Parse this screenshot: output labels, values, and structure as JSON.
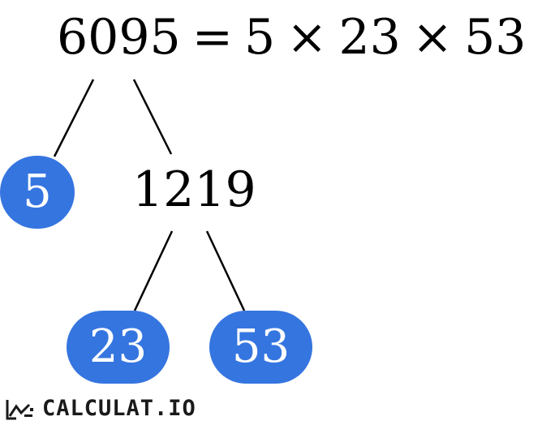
{
  "equation": {
    "number": "6095",
    "equals": "=",
    "factor1": "5",
    "times1": "×",
    "factor2": "23",
    "times2": "×",
    "factor3": "53"
  },
  "tree": {
    "root": "6095",
    "intermediate": "1219",
    "primes": [
      "5",
      "23",
      "53"
    ]
  },
  "colors": {
    "prime_node": "#3575e0",
    "prime_text": "#ffffff",
    "edge": "#000000"
  },
  "logo": {
    "text": "CALCULAT.IO",
    "icon": "calculator-logo-icon"
  }
}
